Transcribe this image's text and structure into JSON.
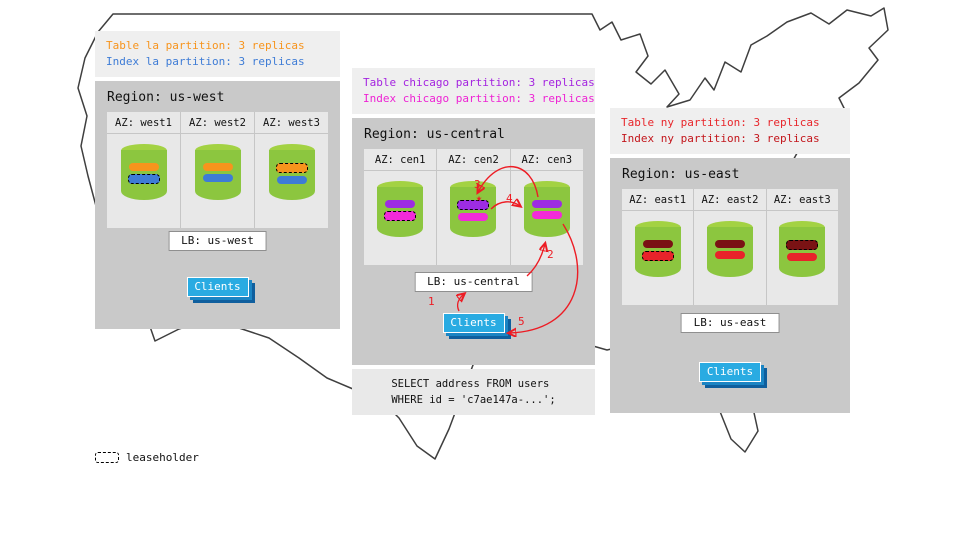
{
  "icons": {
    "star": "★"
  },
  "legend": {
    "label": "leaseholder"
  },
  "colors": {
    "arrow_red": "#ed1c24",
    "region_bg": "#c9c9c9",
    "az_bg": "#e8e8e8",
    "annotation_bg": "#efefef",
    "cylinder_green": "#8cc63f",
    "clients_blue": "#29abe2"
  },
  "regions": [
    {
      "name": "us-west",
      "title": "Region: us-west",
      "annotation": [
        {
          "text": "Table la partition: 3 replicas",
          "color": "#f7941d"
        },
        {
          "text": "Index la partition: 3 replicas",
          "color": "#3e7cd6"
        }
      ],
      "azs": [
        {
          "label": "AZ: west1",
          "bars": [
            {
              "partition": "table la",
              "color": "#f7941d",
              "leaseholder": false
            },
            {
              "partition": "index la",
              "color": "#3e7cd6",
              "leaseholder": true
            }
          ]
        },
        {
          "label": "AZ: west2",
          "bars": [
            {
              "partition": "table la",
              "color": "#f7941d",
              "leaseholder": false
            },
            {
              "partition": "index la",
              "color": "#3e7cd6",
              "leaseholder": false
            }
          ]
        },
        {
          "label": "AZ: west3",
          "bars": [
            {
              "partition": "table la",
              "color": "#f7941d",
              "leaseholder": true
            },
            {
              "partition": "index la",
              "color": "#3e7cd6",
              "leaseholder": false
            }
          ]
        }
      ],
      "lb": "LB: us-west",
      "clients": "Clients"
    },
    {
      "name": "us-central",
      "title": "Region: us-central",
      "annotation": [
        {
          "text": "Table chicago partition: 3 replicas",
          "color": "#a424e0"
        },
        {
          "text": "Index chicago partition: 3 replicas",
          "color": "#ee22d4"
        }
      ],
      "azs": [
        {
          "label": "AZ: cen1",
          "bars": [
            {
              "partition": "table chicago",
              "color": "#9d2ce2",
              "leaseholder": false
            },
            {
              "partition": "index chicago",
              "color": "#f22ad8",
              "leaseholder": true
            }
          ]
        },
        {
          "label": "AZ: cen2",
          "bars": [
            {
              "partition": "table chicago",
              "color": "#9d2ce2",
              "leaseholder": true
            },
            {
              "partition": "index chicago",
              "color": "#f22ad8",
              "leaseholder": false
            }
          ]
        },
        {
          "label": "AZ: cen3",
          "bars": [
            {
              "partition": "table chicago",
              "color": "#9d2ce2",
              "leaseholder": false
            },
            {
              "partition": "index chicago",
              "color": "#f22ad8",
              "leaseholder": false
            }
          ]
        }
      ],
      "lb": "LB: us-central",
      "clients": "Clients",
      "steps": [
        "1",
        "2",
        "3",
        "4",
        "5"
      ],
      "query": [
        "SELECT address FROM users",
        "WHERE id = 'c7ae147a-...';"
      ]
    },
    {
      "name": "us-east",
      "title": "Region: us-east",
      "annotation": [
        {
          "text": "Table ny partition: 3 replicas",
          "color": "#e8262b"
        },
        {
          "text": "Index ny partition: 3 replicas",
          "color": "#c3161c"
        }
      ],
      "azs": [
        {
          "label": "AZ: east1",
          "bars": [
            {
              "partition": "table ny",
              "color": "#7a1214",
              "leaseholder": false
            },
            {
              "partition": "index ny",
              "color": "#e8232a",
              "leaseholder": true
            }
          ]
        },
        {
          "label": "AZ: east2",
          "bars": [
            {
              "partition": "table ny",
              "color": "#7a1214",
              "leaseholder": false
            },
            {
              "partition": "index ny",
              "color": "#e8232a",
              "leaseholder": false
            }
          ]
        },
        {
          "label": "AZ: east3",
          "bars": [
            {
              "partition": "table ny",
              "color": "#7a1214",
              "leaseholder": true
            },
            {
              "partition": "index ny",
              "color": "#e8232a",
              "leaseholder": false
            }
          ]
        }
      ],
      "lb": "LB: us-east",
      "clients": "Clients"
    }
  ]
}
